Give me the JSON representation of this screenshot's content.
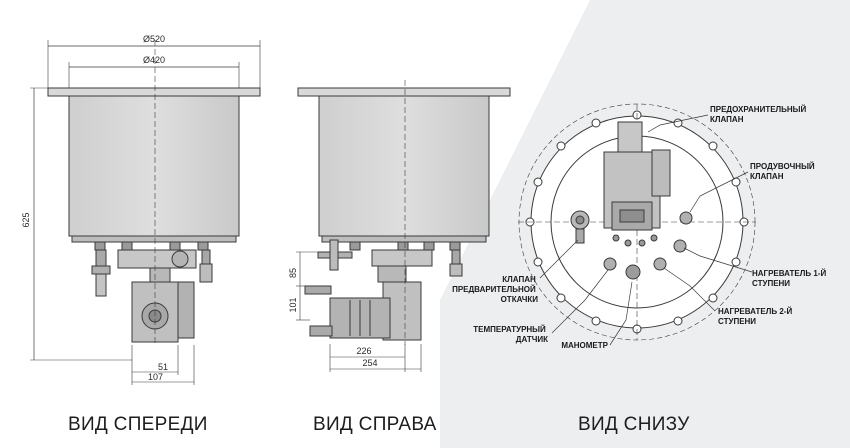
{
  "views": {
    "front": {
      "title": "ВИД СПЕРЕДИ"
    },
    "side": {
      "title": "ВИД СПРАВА"
    },
    "bottom": {
      "title": "ВИД СНИЗУ"
    }
  },
  "dimensions": {
    "flange_diameter": "Ø520",
    "body_diameter": "Ø420",
    "total_height": "625",
    "front_width_small": "51",
    "front_width": "107",
    "side_offset_top": "85",
    "side_offset_mid": "101",
    "side_width_inner": "226",
    "side_width_outer": "254"
  },
  "callouts": {
    "safety_valve": [
      "ПРЕДОХРАНИТЕЛЬНЫЙ",
      "КЛАПАН"
    ],
    "purge_valve": [
      "ПРОДУВОЧНЫЙ",
      "КЛАПАН"
    ],
    "heater_stage1": [
      "НАГРЕВАТЕЛЬ 1-Й",
      "СТУПЕНИ"
    ],
    "heater_stage2": [
      "НАГРЕВАТЕЛЬ 2-Й",
      "СТУПЕНИ"
    ],
    "pre_pump_valve": [
      "КЛАПАН",
      "ПРЕДВАРИТЕЛЬНОЙ",
      "ОТКАЧКИ"
    ],
    "temperature_sensor": [
      "ТЕМПЕРАТУРНЫЙ",
      "ДАТЧИК"
    ],
    "manometer": [
      "МАНОМЕТР"
    ]
  },
  "colors": {
    "corner_background": "#eceef0",
    "line": "#3a3a3a",
    "body_fill": "#d6d6d6",
    "body_shade": "#b9b9b9"
  }
}
